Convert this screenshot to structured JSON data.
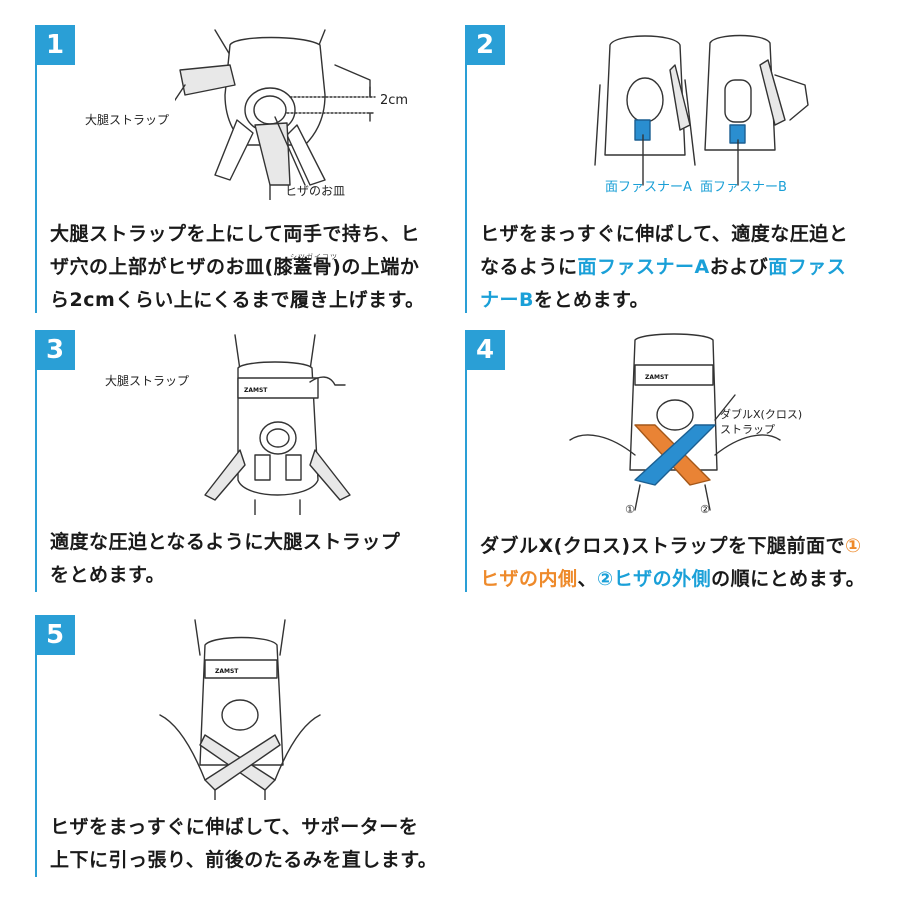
{
  "steps": [
    {
      "number": "1",
      "labels": {
        "thigh_strap": "大腿ストラップ",
        "measure": "2cm",
        "kneecap": "ヒザのお皿"
      },
      "ruby": "シツガイコツ",
      "lines": [
        "大腿ストラップを上にして両手で持ち、ヒ",
        "ザ穴の上部がヒザのお皿(膝蓋骨)の上端か",
        "ら2cmくらい上にくるまで履き上げます。"
      ]
    },
    {
      "number": "2",
      "labels": {
        "fastener_a": "面ファスナーA",
        "fastener_b": "面ファスナーB"
      },
      "lines": [
        [
          "ヒザをまっすぐに伸ばして、適度な圧迫と"
        ],
        [
          "なるように",
          "面ファスナーA",
          "および",
          "面ファス"
        ],
        [
          "ナーB",
          "をとめます。"
        ]
      ]
    },
    {
      "number": "3",
      "labels": {
        "thigh_strap": "大腿ストラップ"
      },
      "lines": [
        "適度な圧迫となるように大腿ストラップ",
        "をとめます。"
      ]
    },
    {
      "number": "4",
      "labels": {
        "double_x_line1": "ダブルX(クロス)",
        "double_x_line2": "ストラップ",
        "marker1": "①",
        "marker2": "②"
      },
      "lines": [
        [
          "ダブルX(クロス)ストラップを下腿前面で",
          "①"
        ],
        [
          "ヒザの内側",
          "、",
          "②ヒザの外側",
          "の順にとめます。"
        ]
      ]
    },
    {
      "number": "5",
      "lines": [
        "ヒザをまっすぐに伸ばして、サポーターを",
        "上下に引っ張り、前後のたるみを直します。"
      ]
    }
  ],
  "brand_mark": "ZAMST",
  "colors": {
    "accent": "#2a9fd6",
    "highlight_blue": "#1aa0d8",
    "highlight_orange": "#ee8a2b"
  }
}
